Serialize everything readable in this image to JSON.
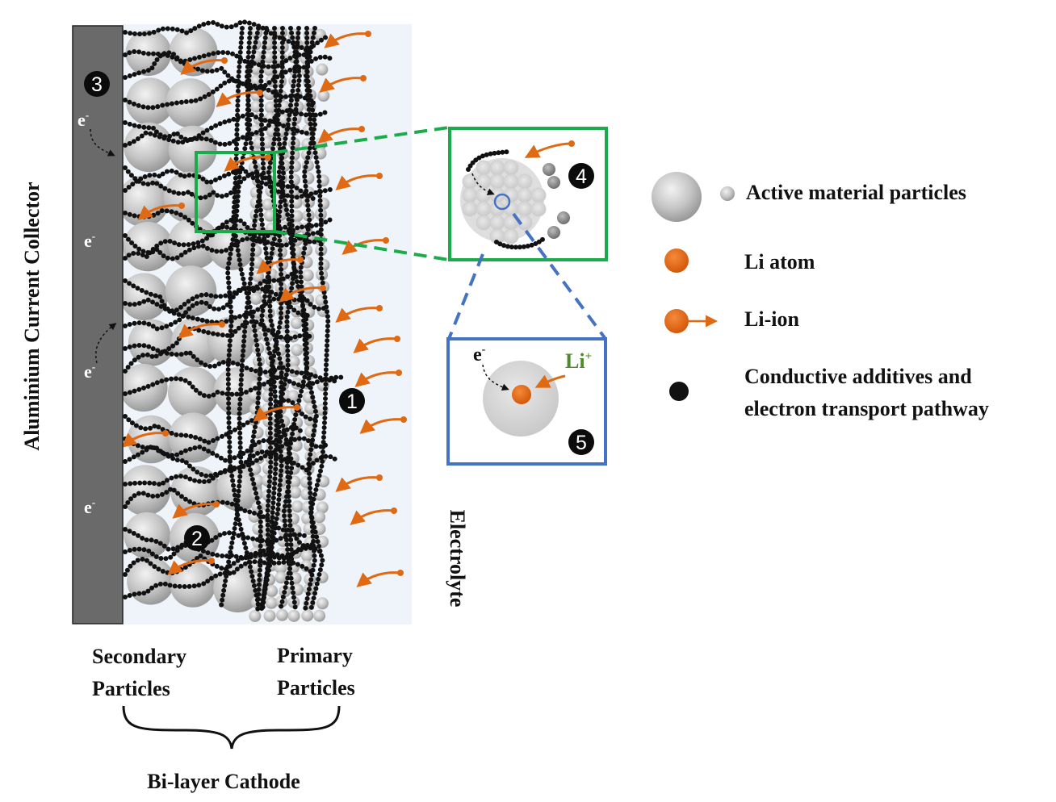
{
  "collector_label": "Aluminium  Current  Collector",
  "electrolyte_label": "Electrolyte",
  "electron_label": "e",
  "electron_sup": "-",
  "markers": [
    "1",
    "2",
    "3",
    "4",
    "5"
  ],
  "li_ion_label": "Li",
  "li_ion_sup": "+",
  "bottom": {
    "secondary_line1": "Secondary",
    "secondary_line2": "Particles",
    "primary_line1": "Primary",
    "primary_line2": "Particles",
    "cathode_label": "Bi-layer Cathode"
  },
  "legend": {
    "active": "Active material  particles",
    "li_atom": "Li atom",
    "li_ion": "Li-ion",
    "conductive_line1": "Conductive  additives and",
    "conductive_line2": "electron transport  pathway"
  },
  "colors": {
    "collector": "#6a6a6a",
    "electrolyte_bg": "#eef4fa",
    "li": "#e06a14",
    "green_box": "#1aab4a",
    "blue_box": "#4472c4",
    "li_text": "#4e8a2a"
  }
}
